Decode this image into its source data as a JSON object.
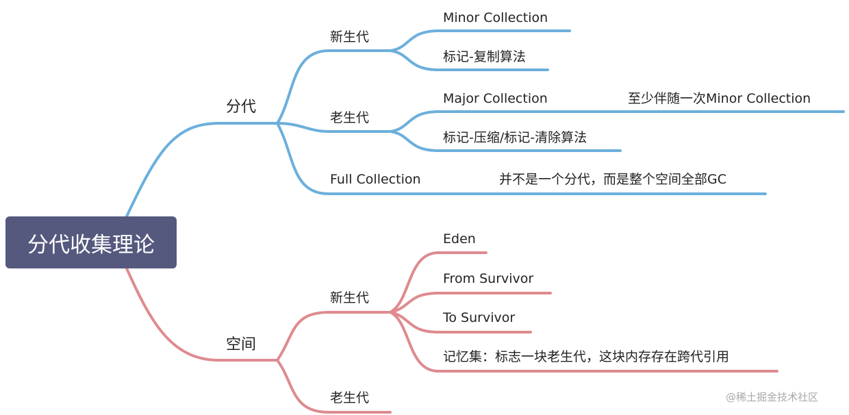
{
  "root": {
    "label": "分代收集理论"
  },
  "colors": {
    "root_bg": "#56597e",
    "branch_blue": "#6cafdc",
    "branch_red": "#de8b8f",
    "text": "#222222"
  },
  "branches": [
    {
      "label": "分代",
      "children": [
        {
          "label": "新生代",
          "children": [
            {
              "label": "Minor Collection"
            },
            {
              "label": "标记-复制算法"
            }
          ]
        },
        {
          "label": "老生代",
          "children": [
            {
              "label": "Major Collection",
              "note": "至少伴随一次Minor Collection"
            },
            {
              "label": "标记-压缩/标记-清除算法"
            }
          ]
        },
        {
          "label": "Full Collection",
          "note": "并不是一个分代，而是整个空间全部GC"
        }
      ]
    },
    {
      "label": "空间",
      "children": [
        {
          "label": "新生代",
          "children": [
            {
              "label": "Eden"
            },
            {
              "label": "From Survivor"
            },
            {
              "label": "To Survivor"
            },
            {
              "label": "记忆集：标志一块老生代，这块内存存在跨代引用"
            }
          ]
        },
        {
          "label": "老生代"
        }
      ]
    }
  ],
  "watermark": "@稀土掘金技术社区"
}
